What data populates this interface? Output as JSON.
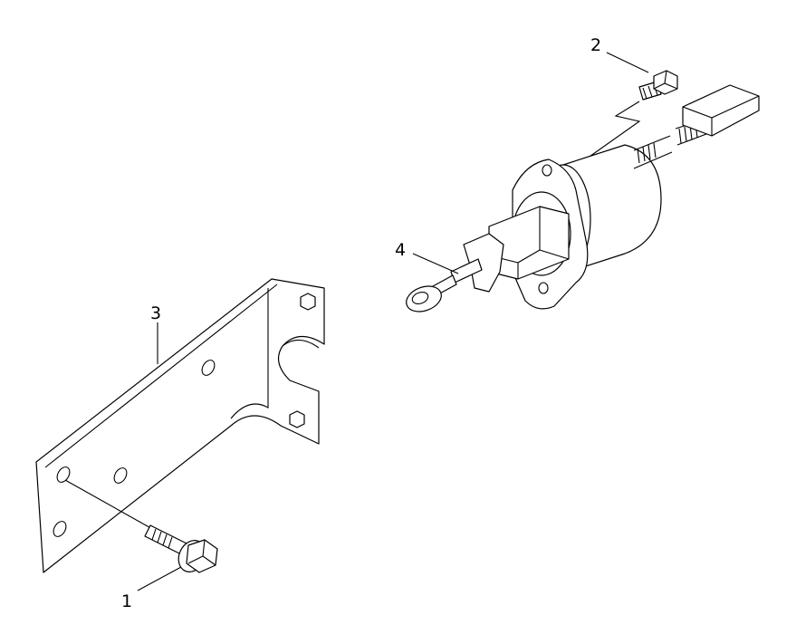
{
  "callouts": [
    {
      "id": "1",
      "label": "1",
      "part": "bolt-lower"
    },
    {
      "id": "2",
      "label": "2",
      "part": "bolt-upper"
    },
    {
      "id": "3",
      "label": "3",
      "part": "mounting-bracket"
    },
    {
      "id": "4",
      "label": "4",
      "part": "solenoid-rod-end"
    }
  ]
}
